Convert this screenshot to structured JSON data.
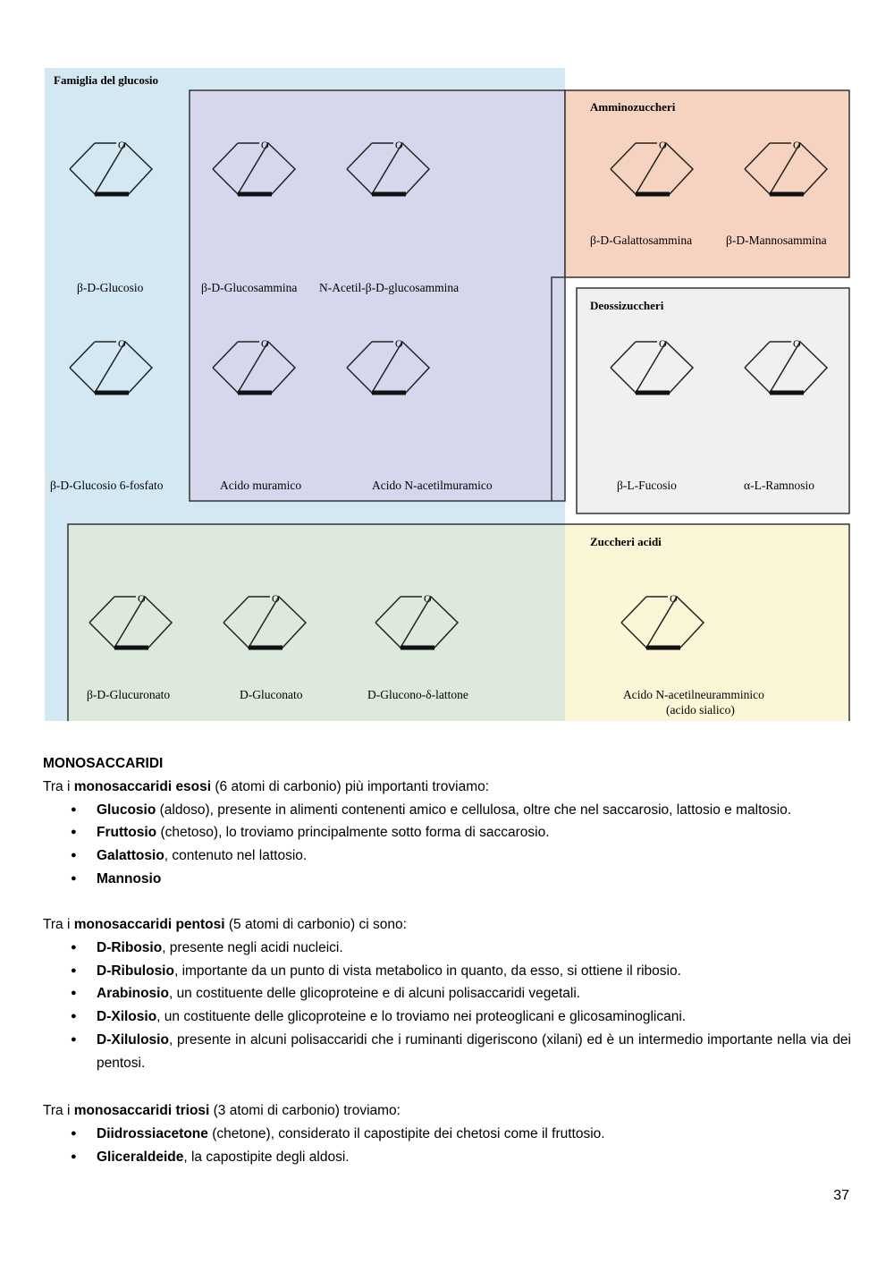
{
  "figure": {
    "panels": {
      "glucose_family": "Famiglia del glucosio",
      "amino_sugars": "Amminozuccheri",
      "deoxy_sugars": "Deossizuccheri",
      "acid_sugars": "Zuccheri acidi"
    },
    "captions": {
      "beta_d_glucose": "β-D-Glucosio",
      "beta_d_glucosamine": "β-D-Glucosammina",
      "n_acetyl_glucosamine": "N-Acetil-β-D-glucosammina",
      "beta_d_galactosamine": "β-D-Galattosammina",
      "beta_d_mannosamine": "β-D-Mannosammina",
      "glucose_6_phosphate": "β-D-Glucosio 6-fosfato",
      "muramic_acid": "Acido muramico",
      "n_acetylmuramic_acid": "Acido N-acetilmuramico",
      "beta_l_fucose": "β-L-Fucosio",
      "alpha_l_rhamnose": "α-L-Ramnosio",
      "beta_d_glucuronate": "β-D-Glucuronato",
      "d_gluconate": "D-Gluconato",
      "d_glucono_lactone": "D-Glucono-δ-lattone",
      "n_acetylneuraminic_acid": "Acido N-acetilneuramminico",
      "sialic_acid": "(acido sialico)"
    },
    "colors": {
      "glucose_family_bg": "#d4e8f4",
      "derivatives_bg": "#d5d8ec",
      "amino_bg": "#f6d3c0",
      "deoxy_bg": "#f0f0f0",
      "acid_left_bg": "#dde9dc",
      "acid_right_bg": "#faf6d6",
      "highlight": "#d6266f"
    }
  },
  "text": {
    "heading": "MONOSACCARIDI",
    "hexoses_intro": {
      "pre": "Tra i ",
      "bold": "monosaccaridi esosi",
      "post": " (6 atomi di carbonio) più importanti troviamo:"
    },
    "hexoses": [
      {
        "bold": "Glucosio",
        "rest": " (aldoso), presente in alimenti contenenti amico e cellulosa, oltre che nel saccarosio, lattosio e maltosio."
      },
      {
        "bold": "Fruttosio",
        "rest": " (chetoso), lo troviamo principalmente sotto forma di saccarosio."
      },
      {
        "bold": "Galattosio",
        "rest": ", contenuto nel lattosio."
      },
      {
        "bold": "Mannosio",
        "rest": ""
      }
    ],
    "pentoses_intro": {
      "pre": "Tra i ",
      "bold": "monosaccaridi pentosi",
      "post": " (5 atomi di carbonio) ci sono:"
    },
    "pentoses": [
      {
        "bold": "D-Ribosio",
        "rest": ", presente negli acidi nucleici."
      },
      {
        "bold": "D-Ribulosio",
        "rest": ", importante da un punto di vista metabolico in quanto, da esso, si ottiene il ribosio."
      },
      {
        "bold": "Arabinosio",
        "rest": ", un costituente delle glicoproteine e di alcuni polisaccaridi vegetali."
      },
      {
        "bold": "D-Xilosio",
        "rest": ", un costituente delle glicoproteine e lo troviamo nei proteoglicani e glicosaminoglicani."
      },
      {
        "bold": "D-Xilulosio",
        "rest": ", presente in alcuni polisaccaridi che i ruminanti digeriscono (xilani) ed è un intermedio importante nella via dei pentosi."
      }
    ],
    "trioses_intro": {
      "pre": "Tra i ",
      "bold": "monosaccaridi triosi",
      "post": " (3 atomi di carbonio) troviamo:"
    },
    "trioses": [
      {
        "bold": "Diidrossiacetone",
        "rest": " (chetone), considerato il capostipite dei chetosi come il fruttosio."
      },
      {
        "bold": "Gliceraldeide",
        "rest": ", la capostipite degli aldosi."
      }
    ]
  },
  "page_number": "37"
}
